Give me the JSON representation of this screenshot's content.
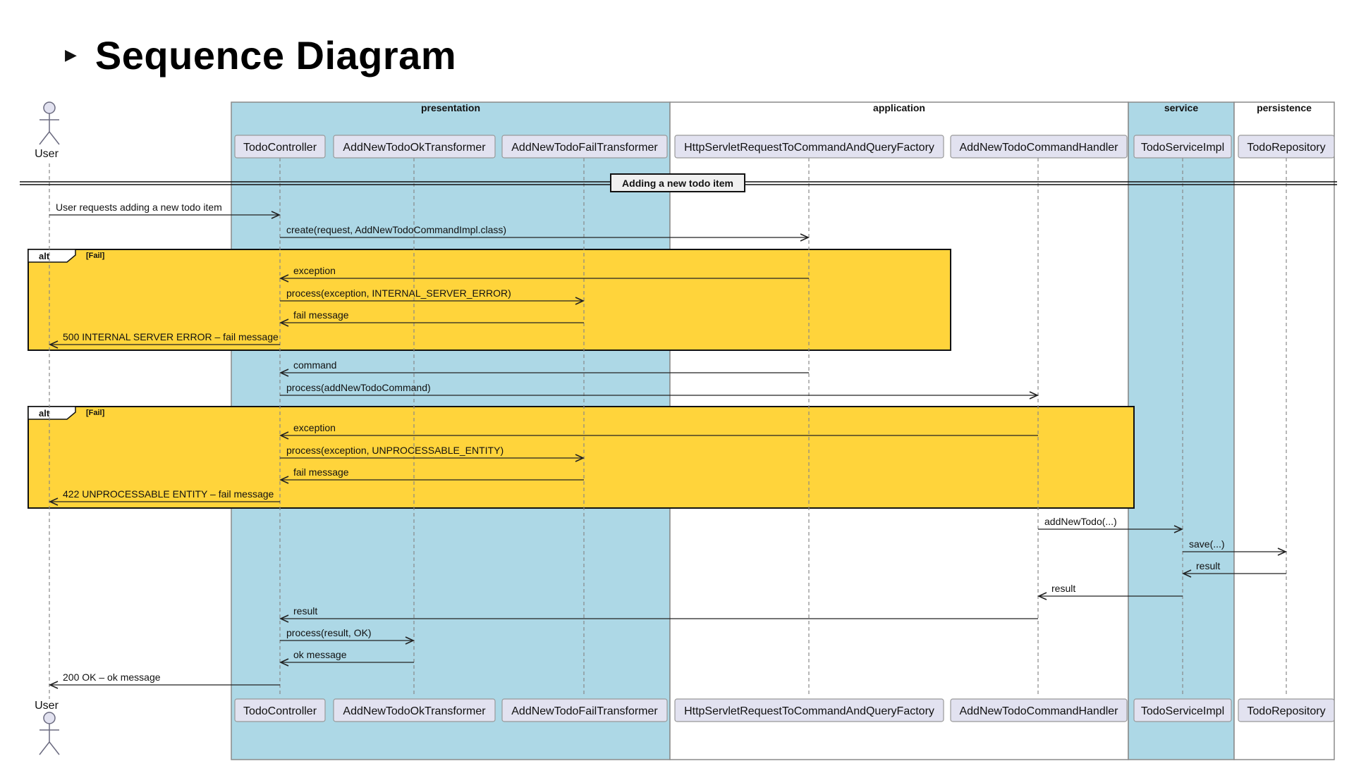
{
  "page": {
    "title": "Sequence Diagram"
  },
  "actor": {
    "name": "User"
  },
  "groups": [
    {
      "id": "presentation",
      "label": "presentation",
      "color": "#add8e6",
      "participants": [
        "TodoController",
        "AddNewTodoOkTransformer",
        "AddNewTodoFailTransformer"
      ]
    },
    {
      "id": "application",
      "label": "application",
      "color": "#ffffff",
      "participants": [
        "HttpServletRequestToCommandAndQueryFactory",
        "AddNewTodoCommandHandler"
      ]
    },
    {
      "id": "service",
      "label": "service",
      "color": "#add8e6",
      "participants": [
        "TodoServiceImpl"
      ]
    },
    {
      "id": "persistence",
      "label": "persistence",
      "color": "#ffffff",
      "participants": [
        "TodoRepository"
      ]
    }
  ],
  "participants": [
    {
      "id": "user",
      "label": "User",
      "kind": "actor"
    },
    {
      "id": "controller",
      "label": "TodoController"
    },
    {
      "id": "ok",
      "label": "AddNewTodoOkTransformer"
    },
    {
      "id": "fail",
      "label": "AddNewTodoFailTransformer"
    },
    {
      "id": "factory",
      "label": "HttpServletRequestToCommandAndQueryFactory"
    },
    {
      "id": "handler",
      "label": "AddNewTodoCommandHandler"
    },
    {
      "id": "service",
      "label": "TodoServiceImpl"
    },
    {
      "id": "repo",
      "label": "TodoRepository"
    }
  ],
  "divider": {
    "label": "Adding a new todo item"
  },
  "messages": [
    {
      "from": "user",
      "to": "controller",
      "label": "User requests adding a new todo item"
    },
    {
      "from": "controller",
      "to": "factory",
      "label": "create(request, AddNewTodoCommandImpl.class)"
    },
    {
      "from": "factory",
      "to": "controller",
      "label": "exception"
    },
    {
      "from": "controller",
      "to": "fail",
      "label": "process(exception, INTERNAL_SERVER_ERROR)"
    },
    {
      "from": "fail",
      "to": "controller",
      "label": "fail message"
    },
    {
      "from": "controller",
      "to": "user",
      "label": "500 INTERNAL SERVER ERROR – fail message"
    },
    {
      "from": "factory",
      "to": "controller",
      "label": "command"
    },
    {
      "from": "controller",
      "to": "handler",
      "label": "process(addNewTodoCommand)"
    },
    {
      "from": "handler",
      "to": "controller",
      "label": "exception"
    },
    {
      "from": "controller",
      "to": "fail",
      "label": "process(exception, UNPROCESSABLE_ENTITY)"
    },
    {
      "from": "fail",
      "to": "controller",
      "label": "fail message"
    },
    {
      "from": "controller",
      "to": "user",
      "label": "422 UNPROCESSABLE ENTITY – fail message"
    },
    {
      "from": "handler",
      "to": "service",
      "label": "addNewTodo(...)"
    },
    {
      "from": "service",
      "to": "repo",
      "label": "save(...)"
    },
    {
      "from": "repo",
      "to": "service",
      "label": "result"
    },
    {
      "from": "service",
      "to": "handler",
      "label": "result"
    },
    {
      "from": "handler",
      "to": "controller",
      "label": "result"
    },
    {
      "from": "controller",
      "to": "ok",
      "label": "process(result, OK)"
    },
    {
      "from": "ok",
      "to": "controller",
      "label": "ok message"
    },
    {
      "from": "controller",
      "to": "user",
      "label": "200 OK – ok message"
    }
  ],
  "fragments": [
    {
      "kind": "alt",
      "guard": "[Fail]",
      "color": "#ffd43b",
      "first_message": 2,
      "last_message": 5
    },
    {
      "kind": "alt",
      "guard": "[Fail]",
      "color": "#ffd43b",
      "first_message": 8,
      "last_message": 11
    }
  ]
}
